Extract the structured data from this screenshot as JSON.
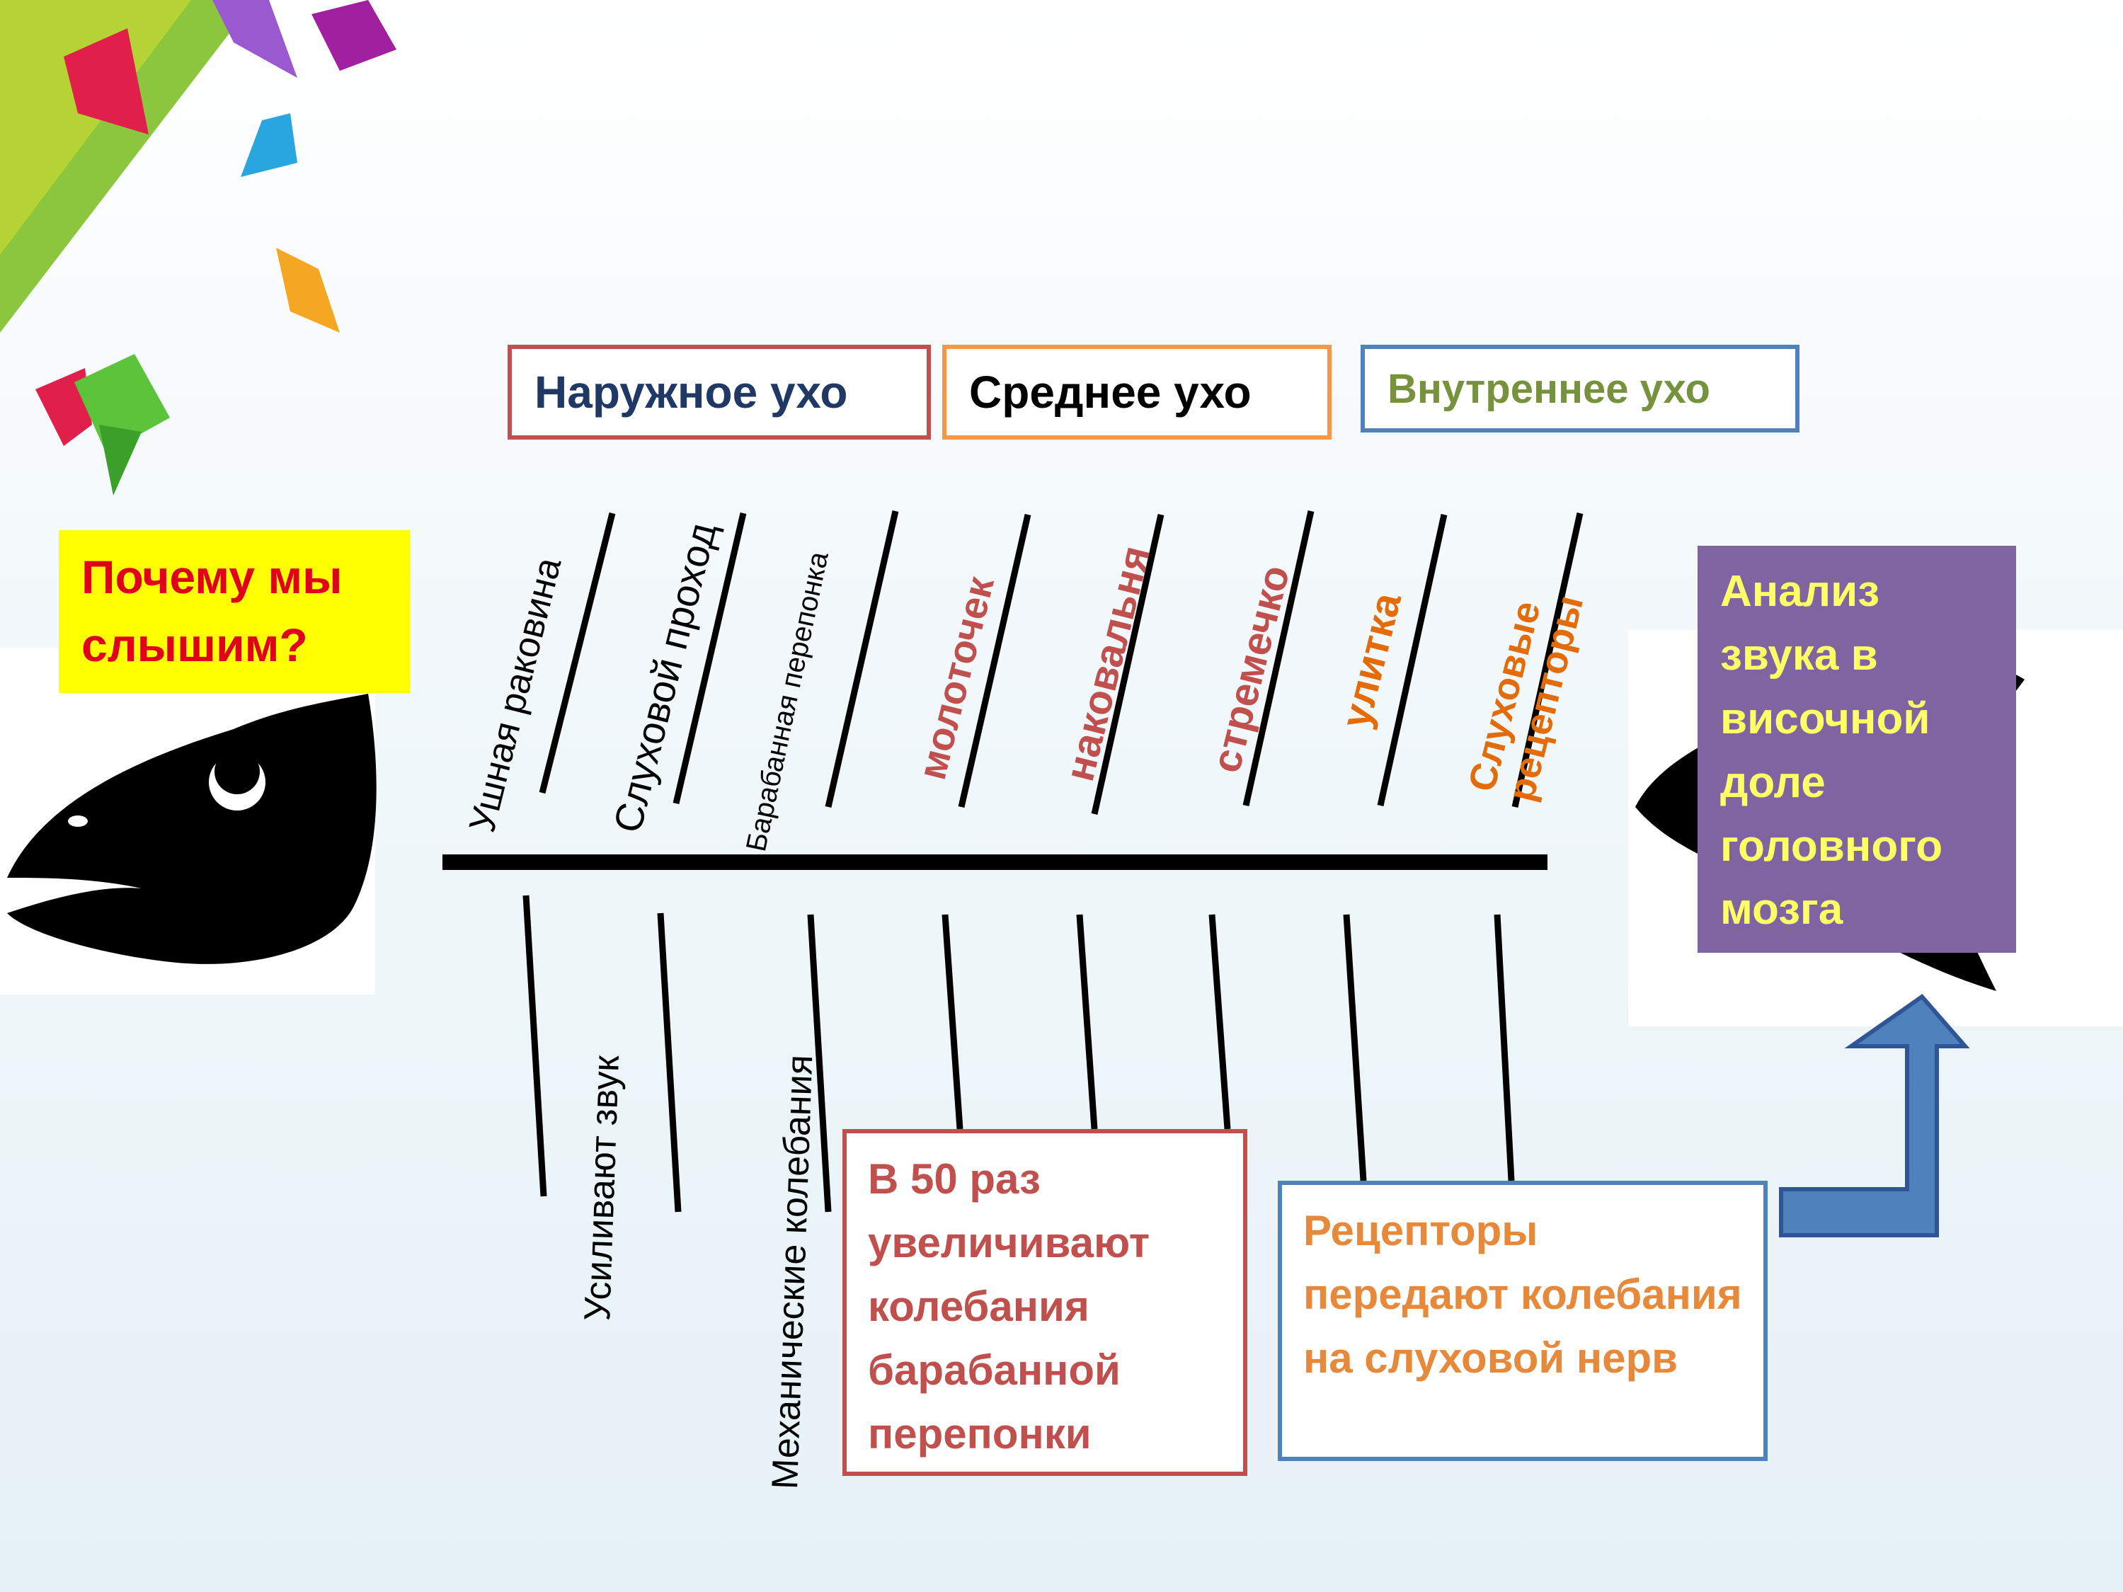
{
  "question": "Почему мы слышим?",
  "categories": [
    {
      "label": "Наружное ухо",
      "border": "#c0504d",
      "text": "#1f3864"
    },
    {
      "label": "Среднее ухо",
      "border": "#f79646",
      "text": "#000000"
    },
    {
      "label": "Внутреннее ухо",
      "border": "#4f81bd",
      "text": "#76923c"
    }
  ],
  "bones_top": [
    {
      "label": "Ушная раковина",
      "color": "#000000"
    },
    {
      "label": "Слуховой проход",
      "color": "#000000"
    },
    {
      "label": "Барабанная перепонка",
      "color": "#000000"
    },
    {
      "label": "молоточек",
      "color": "#c0504d"
    },
    {
      "label": "наковальня",
      "color": "#c0504d"
    },
    {
      "label": "стремечко",
      "color": "#c0504d"
    },
    {
      "label": "улитка",
      "color": "#e36c09"
    },
    {
      "label": "Слуховые рецепторы",
      "color": "#e36c09"
    }
  ],
  "bones_bottom": [
    {
      "label": "Усиливают звук"
    },
    {
      "label": "Механические колебания"
    }
  ],
  "middle_ear_note": "В 50 раз увеличивают колебания барабанной перепонки",
  "inner_ear_note": "Рецепторы передают колебания на слуховой нерв",
  "result": "Анализ звука в височной доле головного мозга",
  "colors": {
    "question_bg": "#ffff00",
    "question_text": "#e0001a",
    "result_bg": "#8064a2",
    "result_text": "#ffff66",
    "arrow": "#4f81bd",
    "middle_note_text": "#c0504d",
    "inner_note_text": "#e7893a"
  }
}
